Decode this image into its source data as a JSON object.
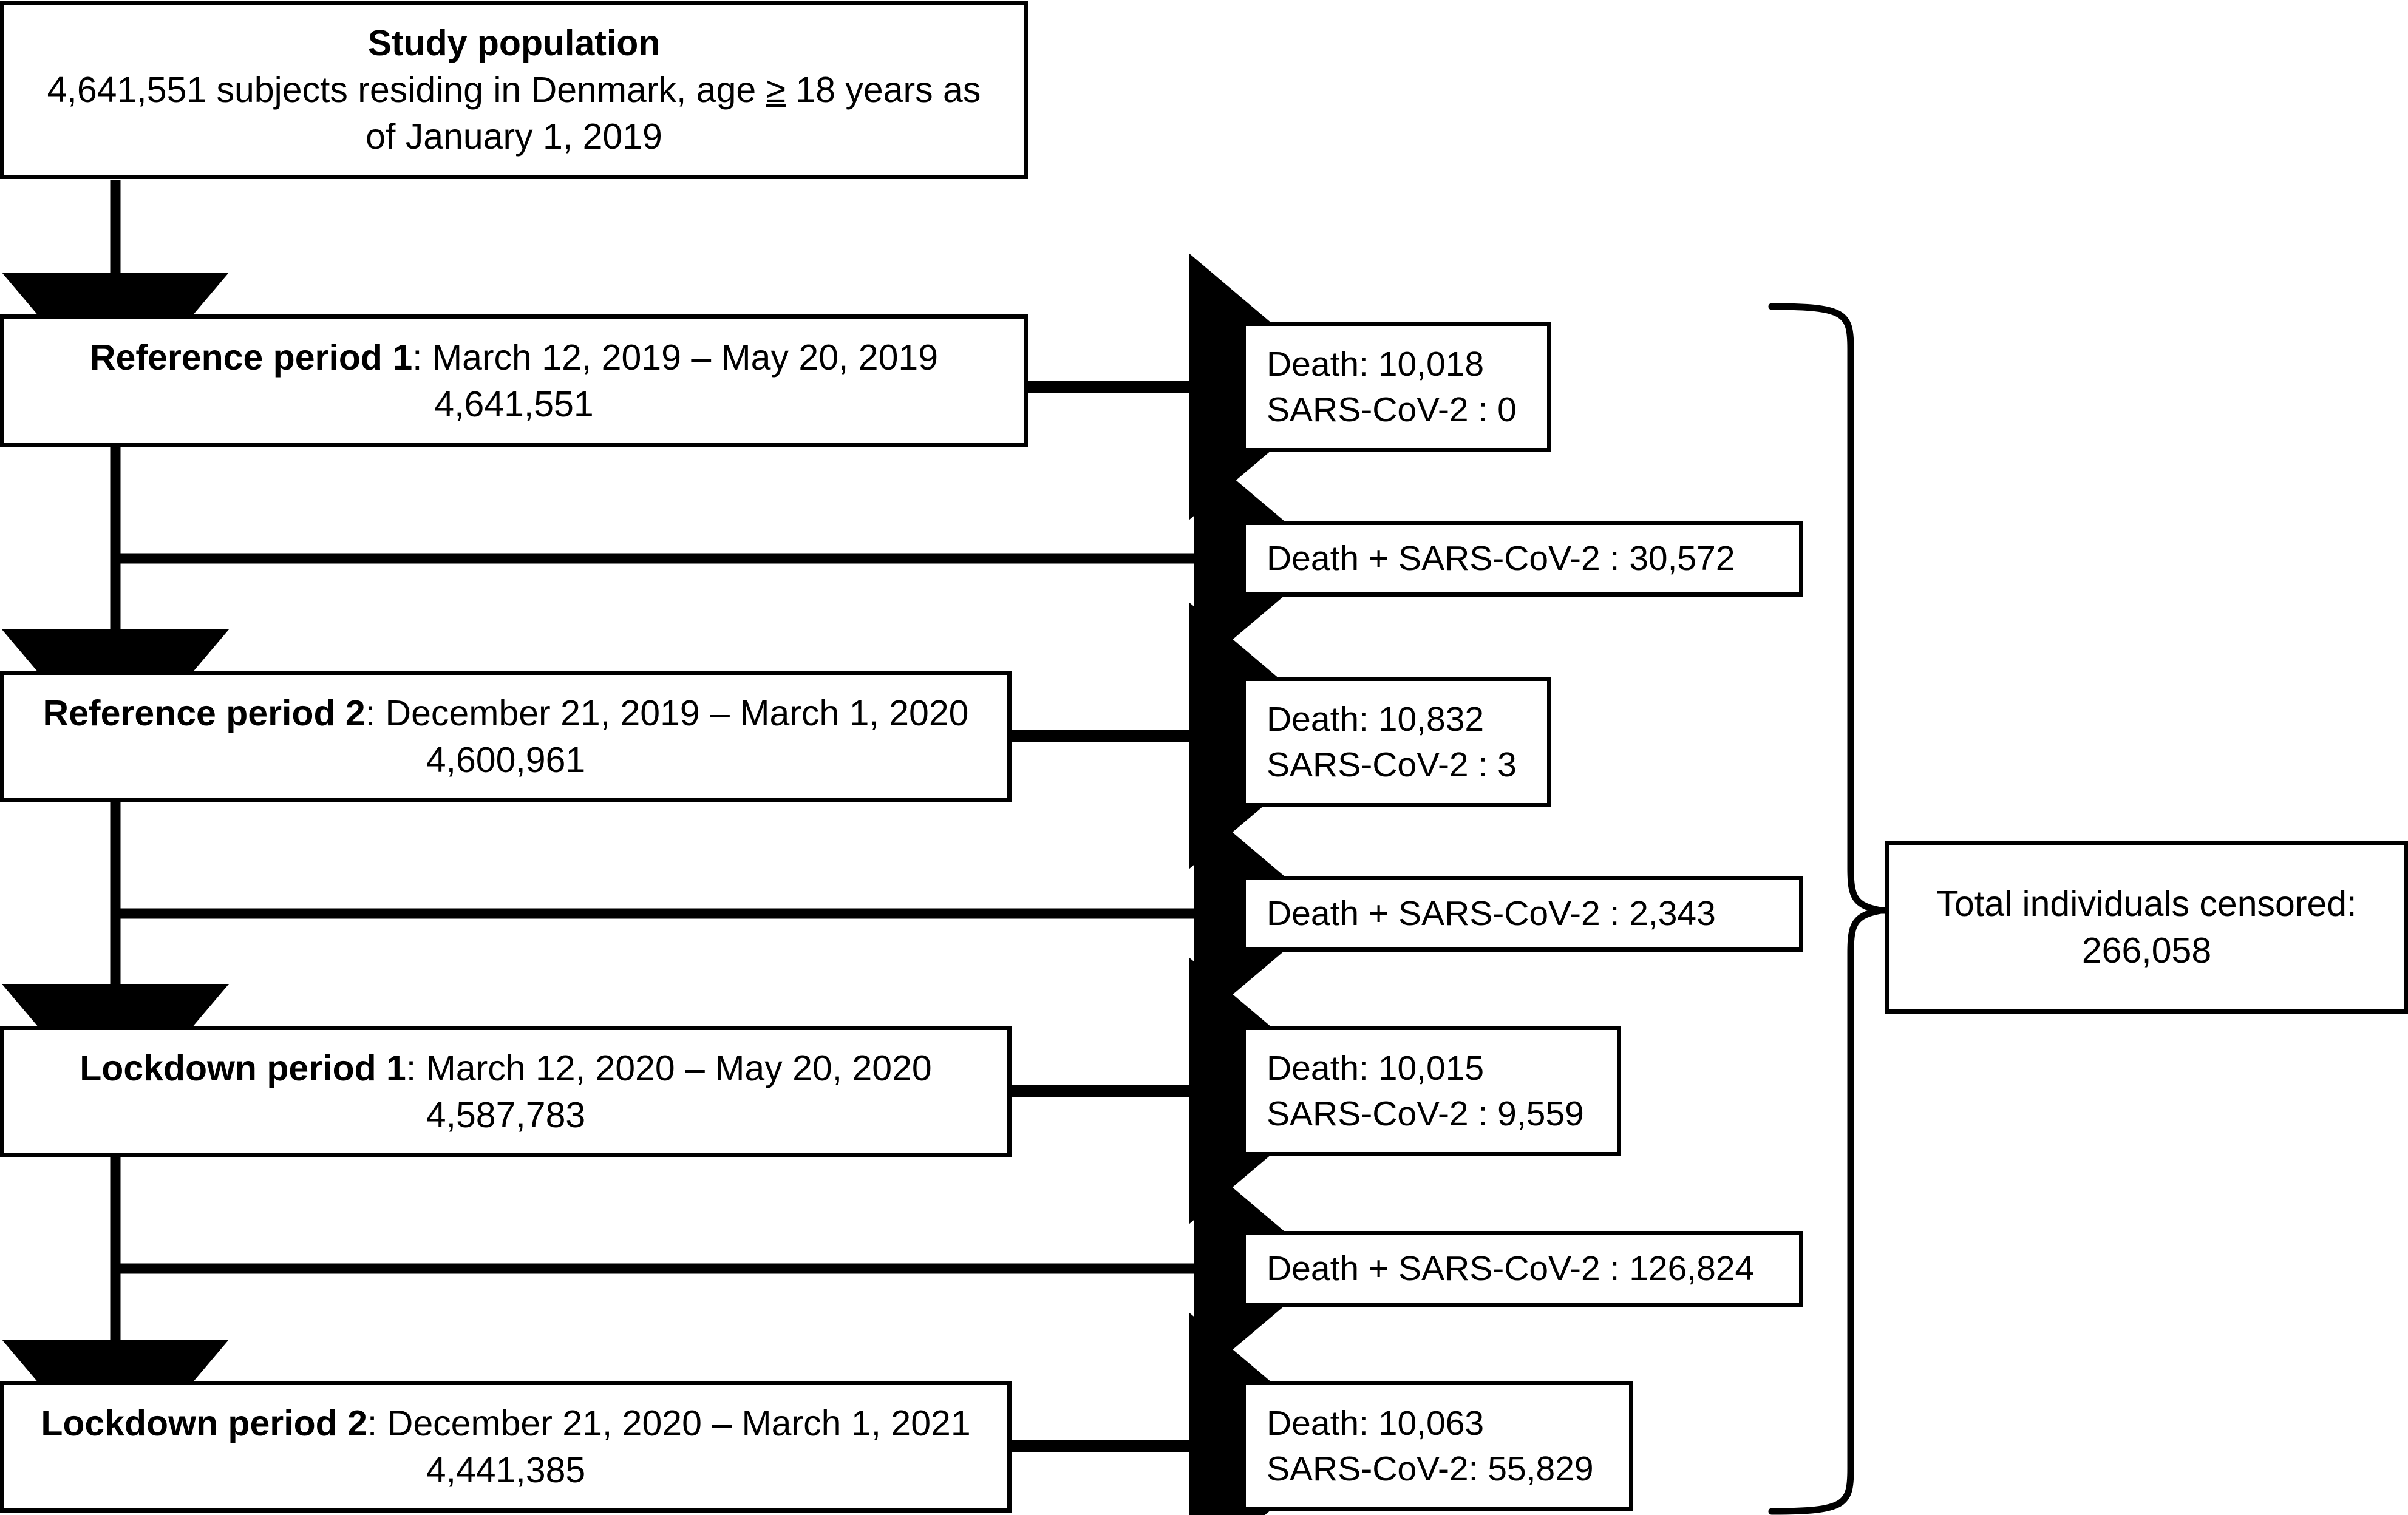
{
  "diagram": {
    "type": "study-flowchart",
    "title": "Study population flow diagram",
    "study_population": {
      "heading": "Study population",
      "line1": "4,641,551 subjects residing in Denmark, age ≥ 18 years as",
      "line2": "of January 1, 2019",
      "line1_pre": "4,641,551 subjects residing in Denmark, age ",
      "line1_symbol": "≥",
      "line1_post": " 18 years as",
      "count": "4,641,551"
    },
    "periods": [
      {
        "id": "reference-period-1",
        "label": "Reference period 1",
        "separator": ": ",
        "dates": "March 12, 2019 – May 20, 2019",
        "count": "4,641,551",
        "outcome": {
          "id": "outcome-reference-period-1",
          "line1": "Death: 10,018",
          "line2": "SARS-CoV-2 : 0",
          "death": "10,018",
          "sars_cov_2": "0"
        },
        "censored": {
          "id": "censored-reference-period-1",
          "text": "Death + SARS-CoV-2 : 30,572",
          "value": "30,572"
        }
      },
      {
        "id": "reference-period-2",
        "label": "Reference period 2",
        "separator": ": ",
        "dates": "December 21, 2019 – March 1, 2020",
        "count": "4,600,961",
        "outcome": {
          "id": "outcome-reference-period-2",
          "line1": "Death: 10,832",
          "line2": "SARS-CoV-2 : 3",
          "death": "10,832",
          "sars_cov_2": "3"
        },
        "censored": {
          "id": "censored-reference-period-2",
          "text": "Death + SARS-CoV-2 : 2,343",
          "value": "2,343"
        }
      },
      {
        "id": "lockdown-period-1",
        "label": "Lockdown period 1",
        "separator": ": ",
        "dates": "March 12, 2020 – May 20, 2020",
        "count": "4,587,783",
        "outcome": {
          "id": "outcome-lockdown-period-1",
          "line1": "Death: 10,015",
          "line2": "SARS-CoV-2 : 9,559",
          "death": "10,015",
          "sars_cov_2": "9,559"
        },
        "censored": {
          "id": "censored-lockdown-period-1",
          "text": "Death + SARS-CoV-2 : 126,824",
          "value": "126,824"
        }
      },
      {
        "id": "lockdown-period-2",
        "label": "Lockdown period 2",
        "separator": ": ",
        "dates": "December 21, 2020 – March 1, 2021",
        "count": "4,441,385",
        "outcome": {
          "id": "outcome-lockdown-period-2",
          "line1": "Death: 10,063",
          "line2": "SARS-CoV-2: 55,829",
          "death": "10,063",
          "sars_cov_2": "55,829"
        },
        "censored": null
      }
    ],
    "total_censored": {
      "line1": "Total individuals censored:",
      "line2": "266,058",
      "value": "266,058"
    },
    "colors": {
      "stroke": "#000000",
      "background": "#ffffff",
      "text": "#000000"
    }
  }
}
